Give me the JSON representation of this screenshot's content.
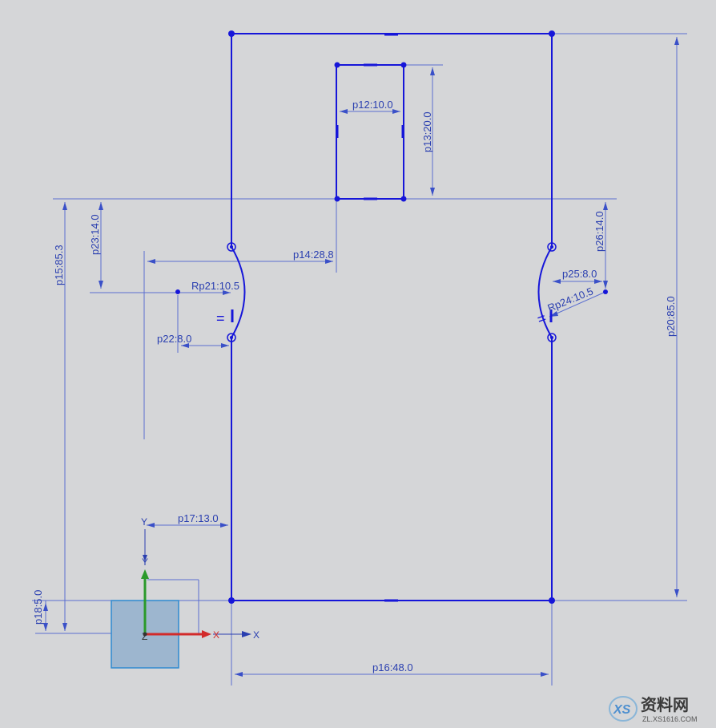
{
  "colors": {
    "background": "#d5d6d8",
    "sketch": "#1616d9",
    "dimension": "#3a50c8",
    "axis_y": "#2a9a2a",
    "axis_x": "#d22a2a",
    "datum_fill": "#9db6cf",
    "datum_edge": "#2e8ad0"
  },
  "dimensions": {
    "p12": "p12:10.0",
    "p13": "p13:20.0",
    "p14": "p14:28.8",
    "p15": "p15:85.3",
    "p16": "p16:48.0",
    "p17": "p17:13.0",
    "p18": "p18:5.0",
    "p20": "p20:85.0",
    "p21": "Rp21:10.5",
    "p22": "p22:8.0",
    "p23": "p23:14.0",
    "p24": "Rp24:10.5",
    "p25": "p25:8.0",
    "p26": "p26:14.0"
  },
  "constraint_left": "=",
  "constraint_right": "=",
  "axes": {
    "y_label_small": "Y",
    "x_label_small": "X",
    "z_label_small": "Z",
    "y_label": "Y",
    "x_label": "X",
    "x_label_red": "X"
  },
  "watermark": {
    "logo_text": "XS",
    "title": "资料网",
    "url": "ZL.XS1616.COM"
  }
}
